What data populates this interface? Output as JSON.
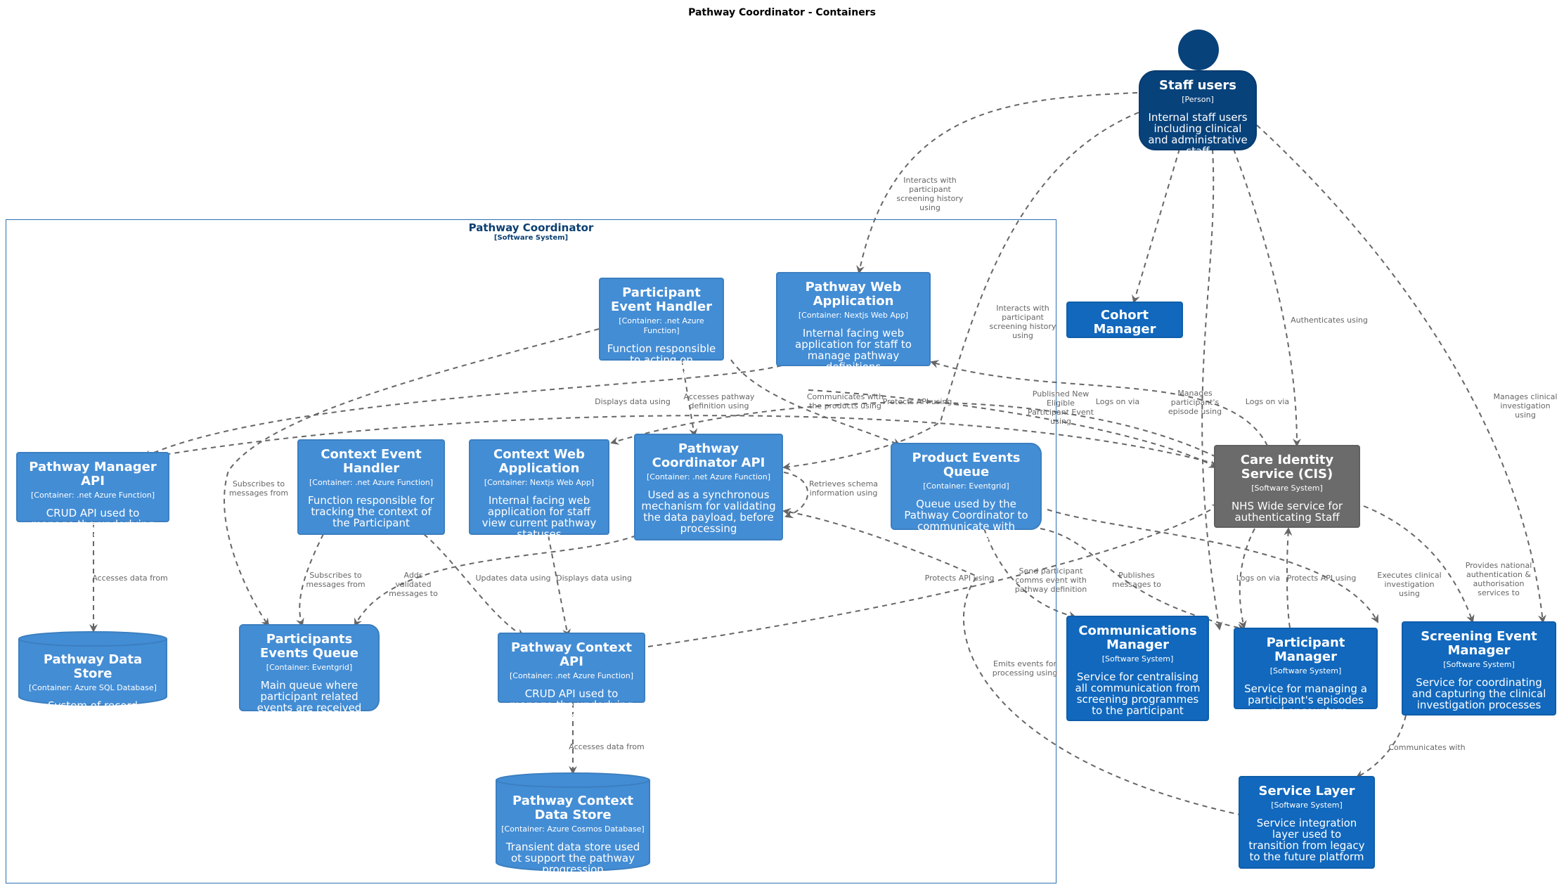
{
  "title": "Pathway Coordinator - Containers",
  "colors": {
    "container": "#438dd5",
    "system": "#1168bd",
    "person": "#08427b",
    "external": "#6b6b6b",
    "arrow": "#666666",
    "boundary": "#2b6fb2"
  },
  "boundary": {
    "name": "Pathway Coordinator",
    "tech": "[Software System]"
  },
  "person": {
    "name": "Staff users",
    "tech": "[Person]",
    "desc": "Internal staff users including clinical and administrative staff"
  },
  "elements": {
    "participant_event_handler": {
      "name": "Participant Event Handler",
      "tech": "[Container: .net Azure Function]",
      "desc": "Function responsible to acting on Participant Events"
    },
    "pathway_web_app": {
      "name": "Pathway Web Application",
      "tech": "[Container: Nextjs Web App]",
      "desc": "Internal facing web application for staff to manage pathway definitions"
    },
    "pathway_manager_api": {
      "name": "Pathway Manager API",
      "tech": "[Container: .net Azure Function]",
      "desc": "CRUD API used to manage the underlying data store"
    },
    "context_event_handler": {
      "name": "Context Event Handler",
      "tech": "[Container: .net Azure Function]",
      "desc": "Function responsible for tracking the context of the Participant"
    },
    "context_web_app": {
      "name": "Context Web Application",
      "tech": "[Container: Nextjs Web App]",
      "desc": "Internal facing web application for staff view current pathway statuses"
    },
    "pathway_coordinator_api": {
      "name": "Pathway Coordinator API",
      "tech": "[Container: .net Azure Function]",
      "desc": "Used as a synchronous mechanism for validating the data payload, before processing"
    },
    "product_events_queue": {
      "name": "Product Events Queue",
      "tech": "[Container: Eventgrid]",
      "desc": "Queue used by the Pathway Coordinator to communicate with Products"
    },
    "pathway_data_store": {
      "name": "Pathway Data Store",
      "tech": "[Container: Azure SQL Database]",
      "desc": "System of record datastore for Screening Pathways"
    },
    "participants_events_queue": {
      "name": "Participants Events Queue",
      "tech": "[Container: Eventgrid]",
      "desc": "Main queue where participant related events are received"
    },
    "pathway_context_api": {
      "name": "Pathway Context API",
      "tech": "[Container: .net Azure Function]",
      "desc": "CRUD API used to manage the underlying data store"
    },
    "pathway_context_data_store": {
      "name": "Pathway Context Data Store",
      "tech": "[Container: Azure Cosmos Database]",
      "desc": "Transient data store used ot support the pathway progression"
    },
    "cohort_manager": {
      "name": "Cohort Manager",
      "tech": "[Software System]"
    },
    "cis": {
      "name": "Care Identity Service (CIS)",
      "tech": "[Software System]",
      "desc": "NHS Wide service for authenticating Staff"
    },
    "communications_manager": {
      "name": "Communications Manager",
      "tech": "[Software System]",
      "desc": "Service for centralising all communication from screening programmes to the participant"
    },
    "participant_manager": {
      "name": "Participant Manager",
      "tech": "[Software System]",
      "desc": "Service for managing a participant's episodes and encounters"
    },
    "screening_event_manager": {
      "name": "Screening Event Manager",
      "tech": "[Software System]",
      "desc": "Service for coordinating and capturing the clinical investigation processes"
    },
    "service_layer": {
      "name": "Service Layer",
      "tech": "[Software System]",
      "desc": "Service integration layer used to transition from legacy to the future platform"
    }
  },
  "relations": {
    "r1": "Interacts with participant screening history using",
    "r2": "Interacts with participant screening history using",
    "r3": "Authenticates using",
    "r4": "Manages participant's episode using",
    "r5": "Manages clinical investigation using",
    "r6": "Logs on via",
    "r7": "Logs on via",
    "r8": "Displays data using",
    "r9": "Accesses pathway definition using",
    "r10": "Communicates with the products using",
    "r11": "Protects API using",
    "r12": "Published New Eligible Participant Event using",
    "r13": "Subscribes to messages from",
    "r14": "Retrieves schema information using",
    "r15": "Accesses data from",
    "r16": "Subscribes to messages from",
    "r17": "Updates data using",
    "r18": "Displays data using",
    "r19": "Adds validated messages to",
    "r20": "Protects API using",
    "r21": "Send participant comms event with pathway definition",
    "r22": "Publishes messages to",
    "r23": "Logs on via",
    "r24": "Protects API using",
    "r25": "Executes clinical investigation using",
    "r26": "Provides national authentication & authorisation services to",
    "r27": "Emits events for processing using",
    "r28": "Accesses data from",
    "r29": "Communicates with"
  }
}
